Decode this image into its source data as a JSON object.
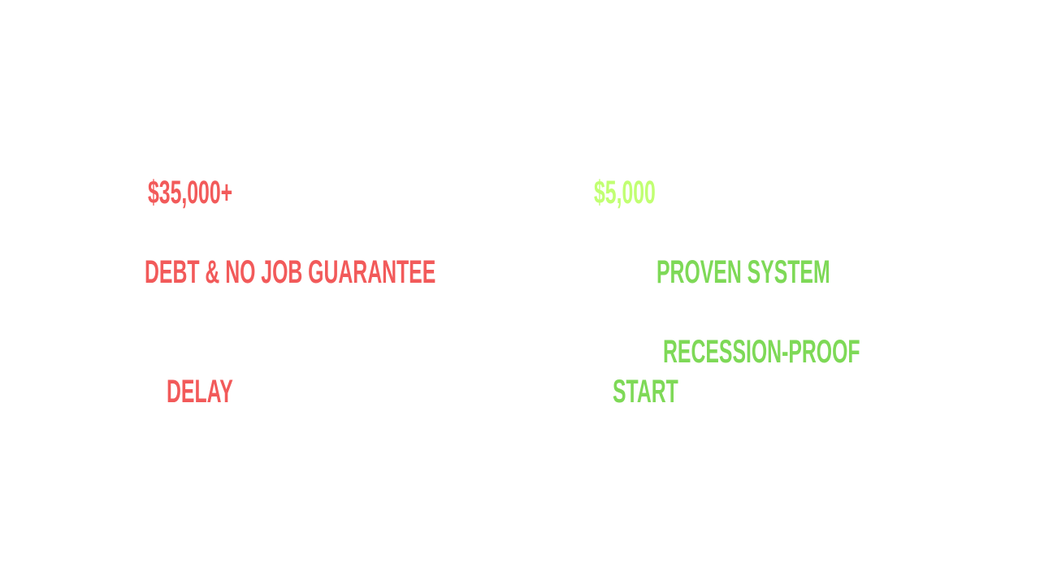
{
  "colors": {
    "negative": "#f25a5a",
    "positive": "#7ed957",
    "highlight": "#c1ff72",
    "background": "#ffffff"
  },
  "left_column": {
    "price": "$35,000+",
    "outcome": "DEBT & NO JOB GUARANTEE",
    "action": "DELAY"
  },
  "right_column": {
    "price": "$5,000",
    "outcomes": [
      "PROVEN SYSTEM",
      "RECESSION-PROOF"
    ],
    "action": "START"
  }
}
